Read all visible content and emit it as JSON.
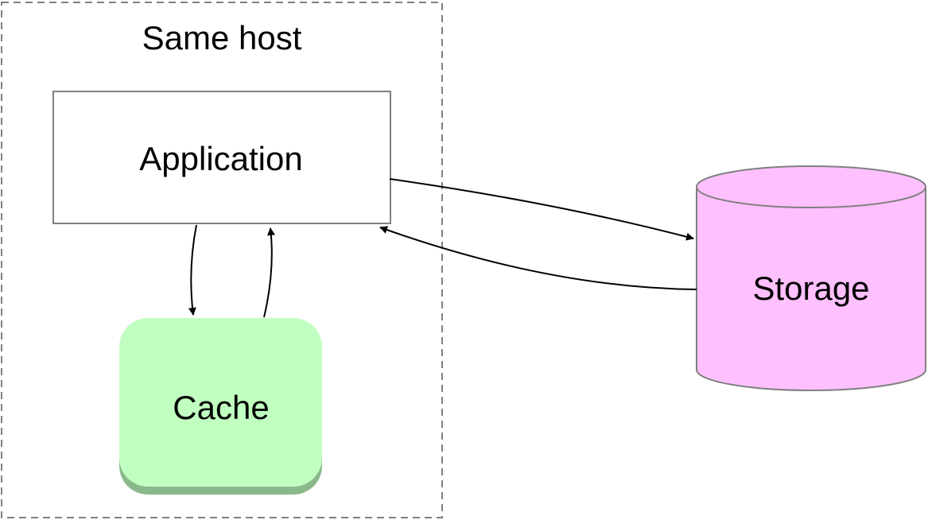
{
  "group": {
    "label": "Same host"
  },
  "nodes": {
    "application": {
      "label": "Application"
    },
    "cache": {
      "label": "Cache",
      "color": "#c1ffc1",
      "shadow_color": "#8ab88a"
    },
    "storage": {
      "label": "Storage",
      "color": "#ffc0ff"
    }
  },
  "edges": [
    {
      "from": "application",
      "to": "storage"
    },
    {
      "from": "storage",
      "to": "application"
    },
    {
      "from": "application",
      "to": "cache"
    },
    {
      "from": "cache",
      "to": "application"
    }
  ]
}
